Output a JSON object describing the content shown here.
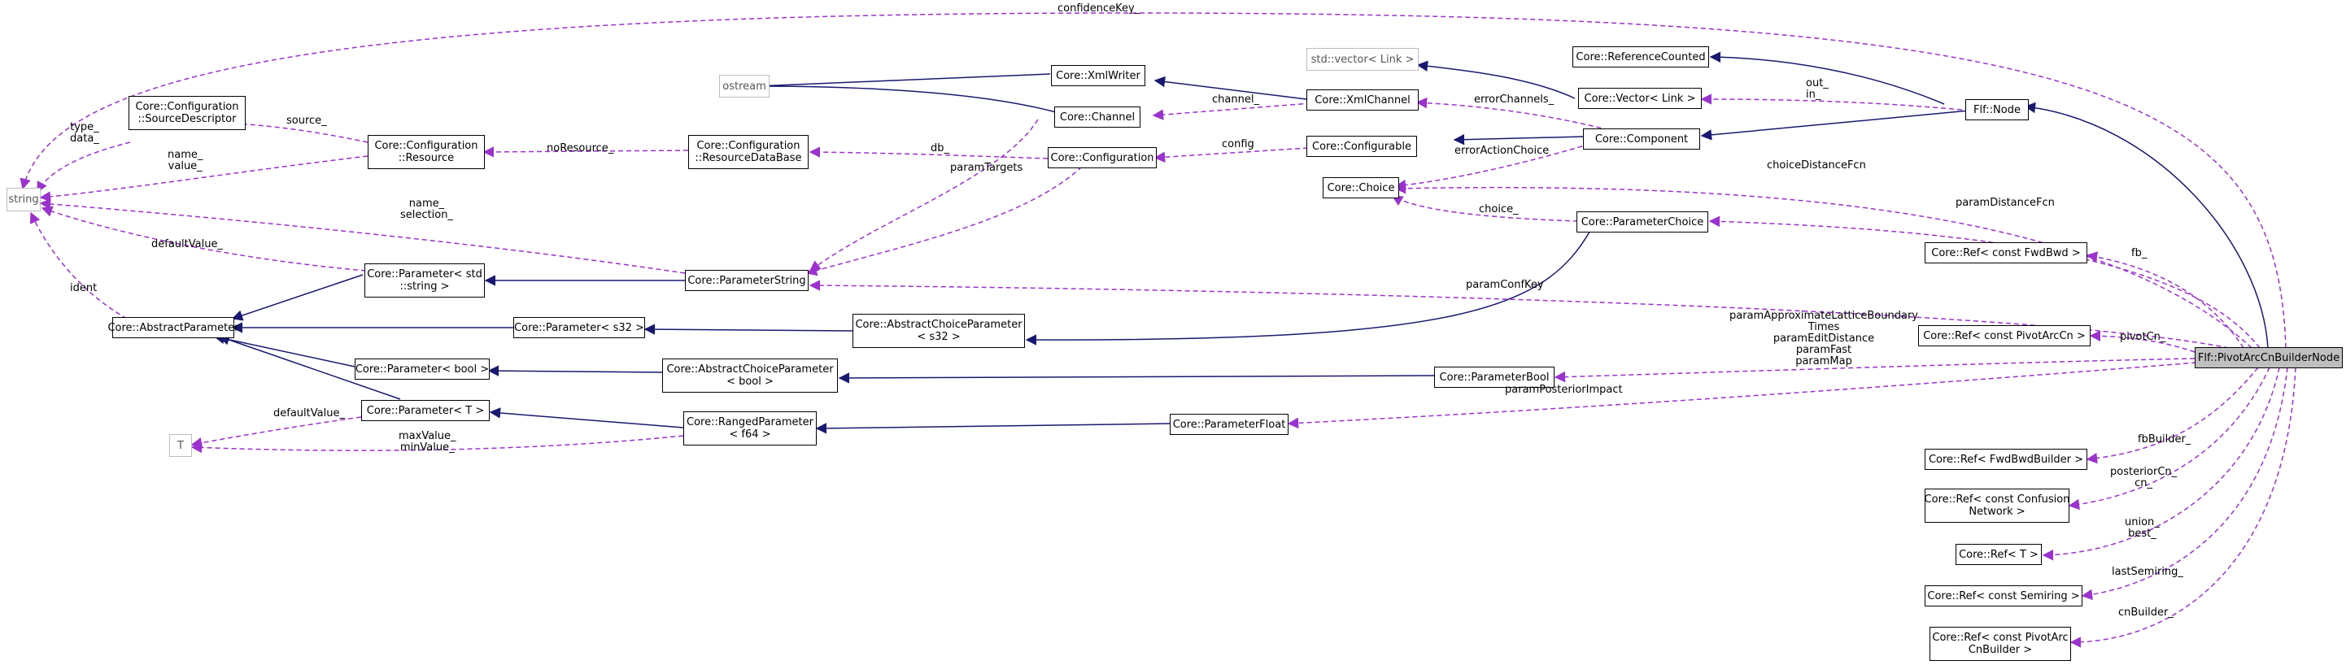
{
  "nodes": {
    "string": "string",
    "T": "T",
    "ostream": "ostream",
    "std_vector": "std::vector< Link >",
    "xmlwriter": "Core::XmlWriter",
    "channel": "Core::Channel",
    "xmlchannel": "Core::XmlChannel",
    "configuration": "Core::Configuration",
    "configurable": "Core::Configurable",
    "refcounted": "Core::ReferenceCounted",
    "vector_link": "Core::Vector< Link >",
    "component": "Core::Component",
    "flf_node": "Flf::Node",
    "choice": "Core::Choice",
    "param_choice": "Core::ParameterChoice",
    "source_desc": "Core::Configuration\n::SourceDescriptor",
    "resource": "Core::Configuration\n::Resource",
    "resource_db": "Core::Configuration\n::ResourceDataBase",
    "param_std_string": "Core::Parameter< std\n::string >",
    "param_string": "Core::ParameterString",
    "abstract_param": "Core::AbstractParameter",
    "param_s32": "Core::Parameter< s32 >",
    "abstract_choice_s32": "Core::AbstractChoiceParameter\n< s32 >",
    "param_bool_t": "Core::Parameter< bool >",
    "abstract_choice_bool": "Core::AbstractChoiceParameter\n< bool >",
    "parameter_bool": "Core::ParameterBool",
    "param_T": "Core::Parameter< T >",
    "ranged_param": "Core::RangedParameter\n< f64 >",
    "param_float": "Core::ParameterFloat",
    "ref_fwdbwd": "Core::Ref< const FwdBwd >",
    "ref_pivotarccn": "Core::Ref< const PivotArcCn >",
    "ref_fwdbwdbuilder": "Core::Ref< FwdBwdBuilder >",
    "ref_confusion": "Core::Ref< const Confusion\nNetwork >",
    "ref_T": "Core::Ref< T >",
    "ref_semiring": "Core::Ref< const Semiring >",
    "ref_pivotarc_builder": "Core::Ref< const PivotArc\nCnBuilder >",
    "focus": "Flf::PivotArcCnBuilderNode"
  },
  "edge_labels": {
    "confidenceKey": "confidenceKey_",
    "type_data": "type_\ndata_",
    "source": "source_",
    "name_value": "name_\nvalue_",
    "noResource": "noResource_",
    "db": "db_",
    "channel": "channel_",
    "errorChannels": "errorChannels_",
    "out_in": "out_\nin_",
    "config": "config",
    "paramTargets": "paramTargets",
    "errorActionChoice": "errorActionChoice",
    "choiceDistanceFcn": "choiceDistanceFcn",
    "choice": "choice_",
    "paramDistanceFcn": "paramDistanceFcn",
    "name_selection": "name_\nselection_",
    "defaultValue_top": "defaultValue_",
    "fb": "fb_",
    "paramConfKey": "paramConfKey",
    "ident": "ident",
    "paramBools": "paramApproximateLatticeBoundary\nTimes\nparamEditDistance\nparamFast\nparamMap",
    "pivotCn": "pivotCn_",
    "paramPosteriorImpact": "paramPosteriorImpact",
    "defaultValue_T": "defaultValue_",
    "max_min": "maxValue_\nminValue_",
    "fbBuilder": "fbBuilder_",
    "posteriorCn": "posteriorCn_\ncn_",
    "union_best": "union_\nbest_",
    "lastSemiring": "lastSemiring_",
    "cnBuilder": "cnBuilder_"
  },
  "colors": {
    "inheritance": "#191970",
    "usage": "#9a32cd",
    "focus_fill": "#bfbfbf",
    "external_border": "#bdbdbd"
  }
}
